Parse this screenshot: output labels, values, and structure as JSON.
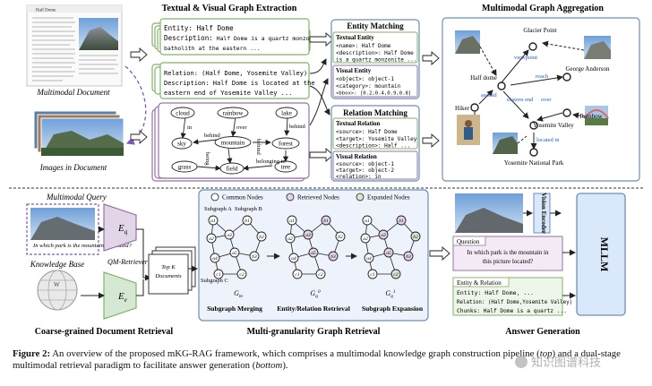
{
  "section_titles": {
    "extraction": "Textual & Visual Graph Extraction",
    "aggregation": "Multimodal Graph Aggregation",
    "entity_matching": "Entity Matching",
    "relation_matching": "Relation Matching"
  },
  "labels": {
    "multimodal_document": "Multimodal Document",
    "images_in_document": "Images in Document",
    "multimodal_query": "Multimodal Query",
    "knowledge_base": "Knowledge Base",
    "query_text": "In which park is the mountain ... located?",
    "qm_retriever": "QM-Retriever",
    "top_k": "Top K",
    "documents": "Documents",
    "e_q": "E",
    "e_q_sub": "q",
    "e_e": "E",
    "e_e_sub": "e",
    "coarse_retrieval": "Coarse-grained Document Retrieval",
    "multi_granularity": "Multi-granularity Graph Retrieval",
    "answer_generation": "Answer Generation",
    "vision_encoder": "Vision Encoder",
    "mllm": "MLLM"
  },
  "entity_card": {
    "line1_key": "Entity:",
    "line1_val": " Half Dome",
    "line2_key": "Description:",
    "line2_val": " Half Dome is a quartz monzonite",
    "line3": "batholith at the eastern ..."
  },
  "relation_card": {
    "line1_key": "Relation:",
    "line1_val": " (Half Dome, Yosemite Valley)",
    "line2_key": "Description:",
    "line2_val": " Half Dome is located at the",
    "line3": "eastern end of Yosemite Valley ..."
  },
  "scene_graph": {
    "nodes": [
      "cloud",
      "rainbow",
      "lake",
      "sky",
      "mountain",
      "forest",
      "grass",
      "field",
      "tree"
    ],
    "edges": [
      "in",
      "over",
      "behind",
      "behind",
      "behind",
      "being",
      "belonging to"
    ]
  },
  "entity_matching": {
    "textual_title": "Textual Entity",
    "textual_lines": [
      "<name>: Half Dome",
      "<description>: Half Dome",
      "is a quartz monzonite ..."
    ],
    "visual_title": "Visual Entity",
    "visual_lines": [
      "<object>: object-1",
      "<category>: mountain",
      "<bbox>: [0.2,0.4,0.9,0.8]"
    ]
  },
  "relation_matching": {
    "textual_title": "Textual Relation",
    "textual_lines": [
      "<source>: Half Dome",
      "<target>: Yosemite Valley",
      "<description>: Half ..."
    ],
    "visual_title": "Visual Relation",
    "visual_lines": [
      "<source>: object-1",
      "<target>: object-2",
      "<relation>: in"
    ]
  },
  "aggregation_graph": {
    "nodes": [
      "Glacier Point",
      "Half dome",
      "George Anderson",
      "Hiker",
      "Rainbow",
      "Yosemite Valley",
      "Yosemite National Park"
    ],
    "edges": [
      "viewpoint",
      "reach",
      "ascend",
      "eastern end",
      "over",
      "located in"
    ]
  },
  "retrieval": {
    "legend": [
      "Common Nodes",
      "Retrieved Nodes",
      "Expanded Nodes"
    ],
    "subgraph_a": "Subgraph A",
    "subgraph_b": "Subgraph B",
    "subgraph_c": "Subgraph C",
    "stage1": "Subgraph Merging",
    "stage2": "Entity/Relation Retrieval",
    "stage3": "Subgraph Expansion",
    "g_m": "G",
    "g_m_sub": "m",
    "g_q": "G",
    "g_q_sub": "q",
    "g_q_sup": "0",
    "g_e": "G",
    "g_e_sub": "q",
    "g_e_sup": "1",
    "a_nodes": [
      "a1",
      "a2",
      "a3",
      "a4",
      "a5",
      "a6"
    ],
    "b_nodes": [
      "b1",
      "b2",
      "b3",
      "b4",
      "b5"
    ],
    "c_nodes": [
      "c1",
      "c2",
      "c3"
    ]
  },
  "answer": {
    "question_title": "Question",
    "question_text": "In which park is the mountain in this picture located?",
    "entity_relation_title": "Entity & Relation",
    "lines": [
      "Entity:  Half Dome, ...",
      "Relation: (Half Dome,Yosemite Valley)",
      "Chunks: Half Dome is a quartz ..."
    ]
  },
  "caption": {
    "label": "Figure 2:",
    "text": " An overview of the proposed mKG-RAG framework, which comprises a multimodal knowledge graph construction pipeline (",
    "top": "top",
    "mid": ") and a dual-stage multimodal retrieval paradigm to facilitate answer generation (",
    "bottom": "bottom",
    "end": ")."
  },
  "watermark": "知识图谱科技",
  "colors": {
    "green_border": "#82b366",
    "purple_border": "#9673a6",
    "purple_fill": "#e1d5e7",
    "green_fill": "#d5e8d4",
    "blue_border": "#6c8ebf",
    "blue_fill": "#dae8fc",
    "dash_purple": "#7e57c2",
    "link_blue": "#1f5fbf"
  }
}
